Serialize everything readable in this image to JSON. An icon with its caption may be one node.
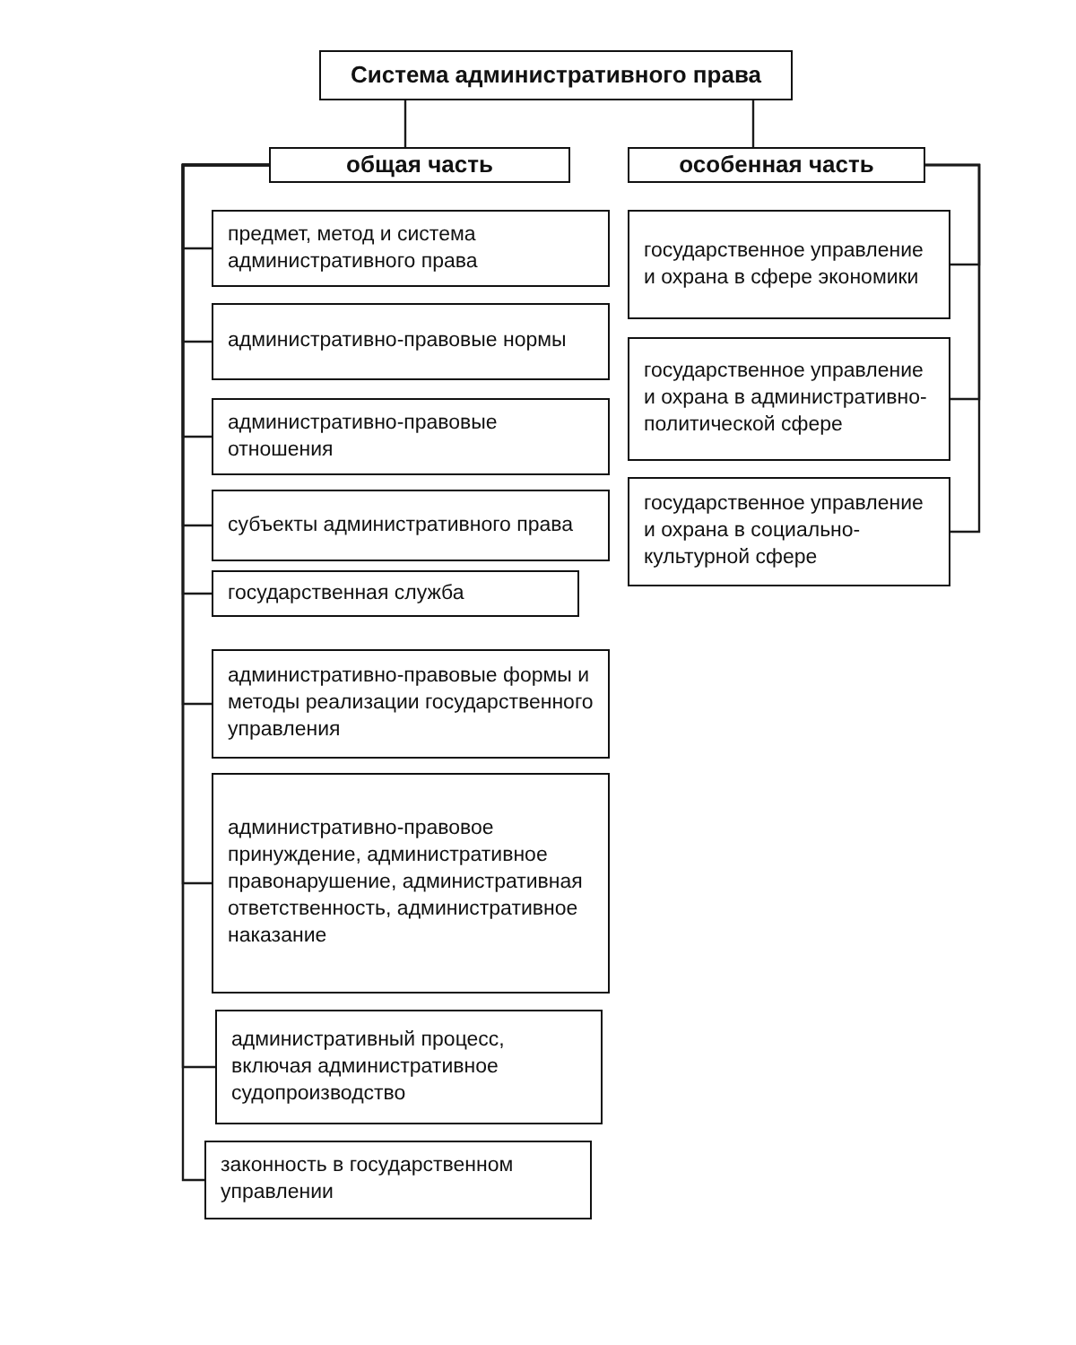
{
  "diagram": {
    "nodes": [
      {
        "text": [
          "Система административного права"
        ]
      },
      {
        "text": [
          "общая часть"
        ]
      },
      {
        "text": [
          "особенная часть"
        ]
      },
      {
        "text": [
          "предмет, метод и система административного права"
        ]
      },
      {
        "text": [
          "административно-правовые нормы"
        ]
      },
      {
        "text": [
          "административно-правовые отношения"
        ]
      },
      {
        "text": [
          "субъекты административного права"
        ]
      },
      {
        "text": [
          "государственная служба"
        ]
      },
      {
        "text": [
          "административно-правовые формы и методы реализации государственного управления"
        ]
      },
      {
        "text": [
          "административно-правовое принуждение, административное правонарушение, административная ответственность, административное наказание"
        ]
      },
      {
        "text": [
          "административный процесс, включая административное судопроизводство"
        ]
      },
      {
        "text": [
          "законность в государственном управлении"
        ]
      },
      {
        "text": [
          "государственное управление и охрана в сфере экономики"
        ]
      },
      {
        "text": [
          "государственное управление и охрана в административно-политической сфере"
        ]
      },
      {
        "text": [
          "государственное управление и охрана в социально-культурной сфере"
        ]
      }
    ],
    "edges": [
      {
        "from": 0,
        "to": 1,
        "arrow": "none"
      },
      {
        "from": 0,
        "to": 2,
        "arrow": "none"
      },
      {
        "from": 1,
        "to": 3,
        "arrow": "none"
      },
      {
        "from": 1,
        "to": 4,
        "arrow": "none"
      },
      {
        "from": 1,
        "to": 5,
        "arrow": "none"
      },
      {
        "from": 1,
        "to": 6,
        "arrow": "none"
      },
      {
        "from": 1,
        "to": 7,
        "arrow": "none"
      },
      {
        "from": 1,
        "to": 8,
        "arrow": "none"
      },
      {
        "from": 1,
        "to": 9,
        "arrow": "none"
      },
      {
        "from": 1,
        "to": 10,
        "arrow": "none"
      },
      {
        "from": 1,
        "to": 11,
        "arrow": "none"
      },
      {
        "from": 2,
        "to": 12,
        "arrow": "none"
      },
      {
        "from": 2,
        "to": 13,
        "arrow": "none"
      },
      {
        "from": 2,
        "to": 14,
        "arrow": "none"
      }
    ]
  }
}
